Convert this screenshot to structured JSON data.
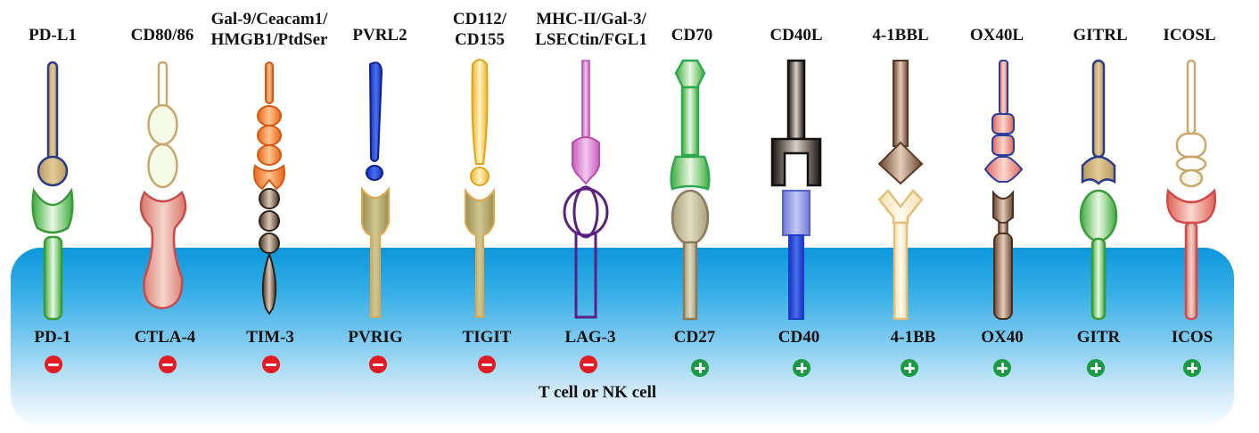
{
  "cell_label": "T cell or NK cell",
  "pairs": [
    {
      "ligand": "PD-L1",
      "receptor": "PD-1",
      "effect": "inhibitory"
    },
    {
      "ligand": "CD80/86",
      "receptor": "CTLA-4",
      "effect": "inhibitory"
    },
    {
      "ligand_line1": "Gal-9/Ceacam1/",
      "ligand_line2": "HMGB1/PtdSer",
      "receptor": "TIM-3",
      "effect": "inhibitory"
    },
    {
      "ligand": "PVRL2",
      "receptor": "PVRIG",
      "effect": "inhibitory"
    },
    {
      "ligand_line1": "CD112/",
      "ligand_line2": "CD155",
      "receptor": "TIGIT",
      "effect": "inhibitory"
    },
    {
      "ligand_line1": "MHC-II/Gal-3/",
      "ligand_line2": "LSECtin/FGL1",
      "receptor": "LAG-3",
      "effect": "inhibitory"
    },
    {
      "ligand": "CD70",
      "receptor": "CD27",
      "effect": "stimulatory"
    },
    {
      "ligand": "CD40L",
      "receptor": "CD40",
      "effect": "stimulatory"
    },
    {
      "ligand": "4-1BBL",
      "receptor": "4-1BB",
      "effect": "stimulatory"
    },
    {
      "ligand": "OX40L",
      "receptor": "OX40",
      "effect": "stimulatory"
    },
    {
      "ligand": "GITRL",
      "receptor": "GITR",
      "effect": "stimulatory"
    },
    {
      "ligand": "ICOSL",
      "receptor": "ICOS",
      "effect": "stimulatory"
    }
  ],
  "colors": {
    "membrane_top": "#0d97dc",
    "inhibitory_sign": "#e01b22",
    "stimulatory_sign": "#1a9a43"
  }
}
